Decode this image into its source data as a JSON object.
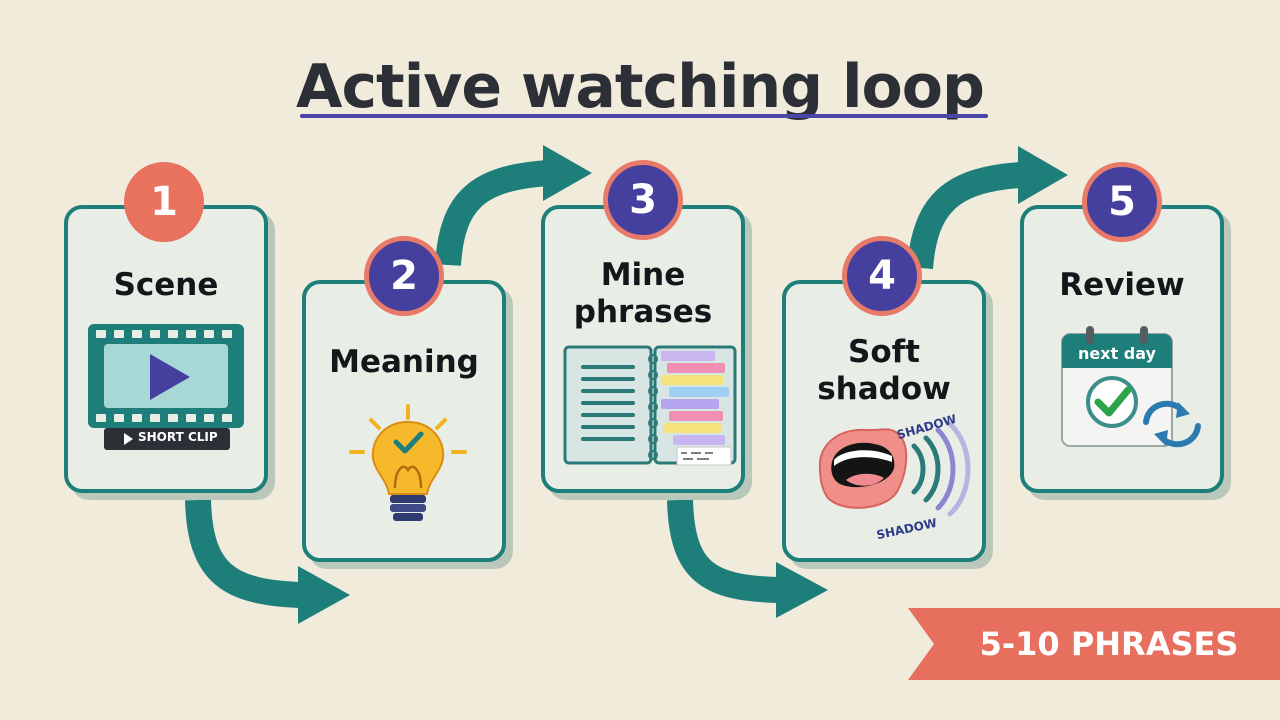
{
  "title": "Active watching loop",
  "steps": [
    {
      "number": "1",
      "label": "Scene",
      "icon": "video-clip-icon",
      "caption": "SHORT CLIP"
    },
    {
      "number": "2",
      "label": "Meaning",
      "icon": "lightbulb-icon"
    },
    {
      "number": "3",
      "label_line1": "Mine",
      "label_line2": "phrases",
      "icon": "notebook-icon"
    },
    {
      "number": "4",
      "label_line1": "Soft",
      "label_line2": "shadow",
      "icon": "speaking-mouth-icon",
      "sound_labels": [
        "SHADOW",
        "SHADOW"
      ]
    },
    {
      "number": "5",
      "label": "Review",
      "icon": "calendar-check-icon",
      "calendar_text": "next day"
    }
  ],
  "ribbon": {
    "text": "5-10 PHRASES"
  },
  "colors": {
    "background": "#f1ebdc",
    "teal": "#1e7f7a",
    "coral": "#e9725f",
    "purple": "#45409e",
    "card": "#e8eee6"
  }
}
